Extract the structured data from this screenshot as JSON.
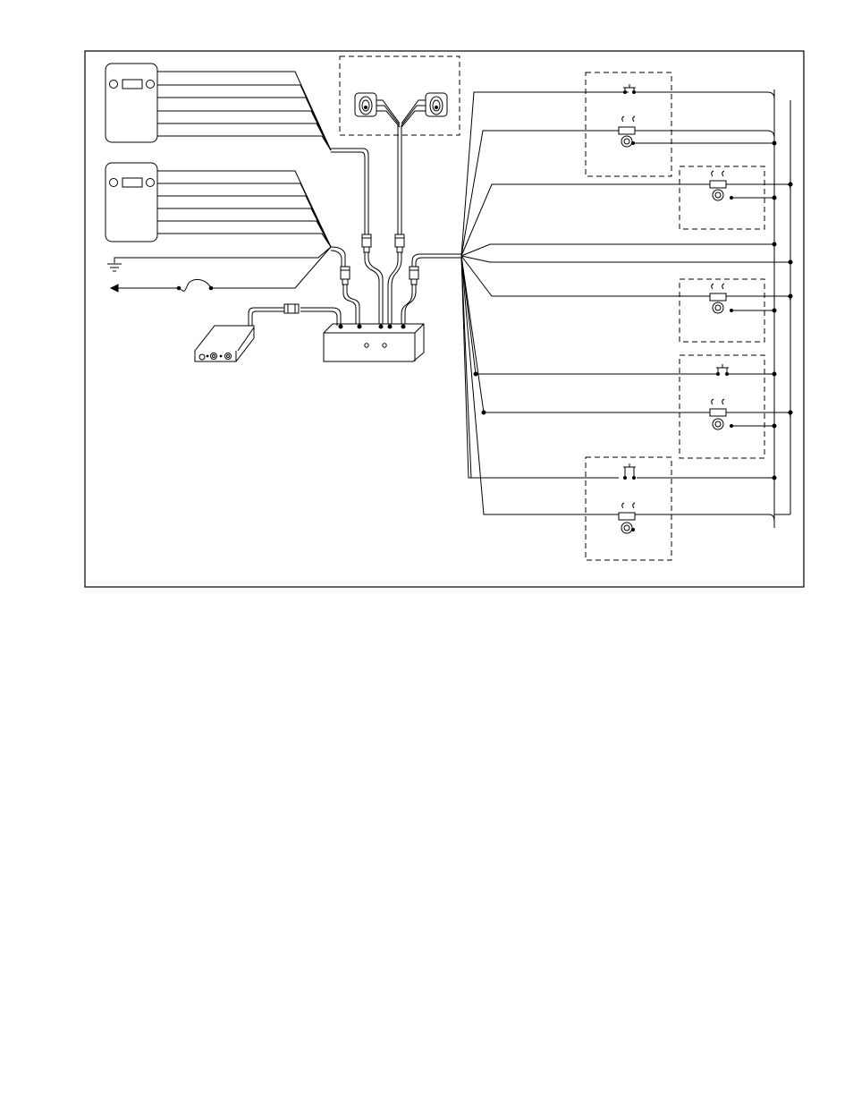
{
  "diagram": {
    "type": "wiring-diagram",
    "labels": [],
    "components": [
      {
        "name": "upper-control-panel",
        "kind": "panel-with-display"
      },
      {
        "name": "lower-control-panel",
        "kind": "panel-with-display"
      },
      {
        "name": "ground-terminal",
        "kind": "ground-symbol"
      },
      {
        "name": "power-lead-with-fuse",
        "kind": "fuse"
      },
      {
        "name": "remote-controller-unit",
        "kind": "module"
      },
      {
        "name": "junction-box",
        "kind": "box"
      },
      {
        "name": "dual-switch-assembly",
        "kind": "toggle-switches"
      },
      {
        "name": "switch-assembly-1",
        "kind": "pushbutton-and-solenoid"
      },
      {
        "name": "solenoid-assembly-2",
        "kind": "solenoid"
      },
      {
        "name": "solenoid-assembly-3",
        "kind": "solenoid"
      },
      {
        "name": "switch-assembly-4",
        "kind": "pushbutton-and-solenoid"
      },
      {
        "name": "switch-assembly-5",
        "kind": "pushbutton-and-solenoid"
      }
    ],
    "colors": {
      "line": "#000000",
      "background": "#ffffff"
    }
  }
}
